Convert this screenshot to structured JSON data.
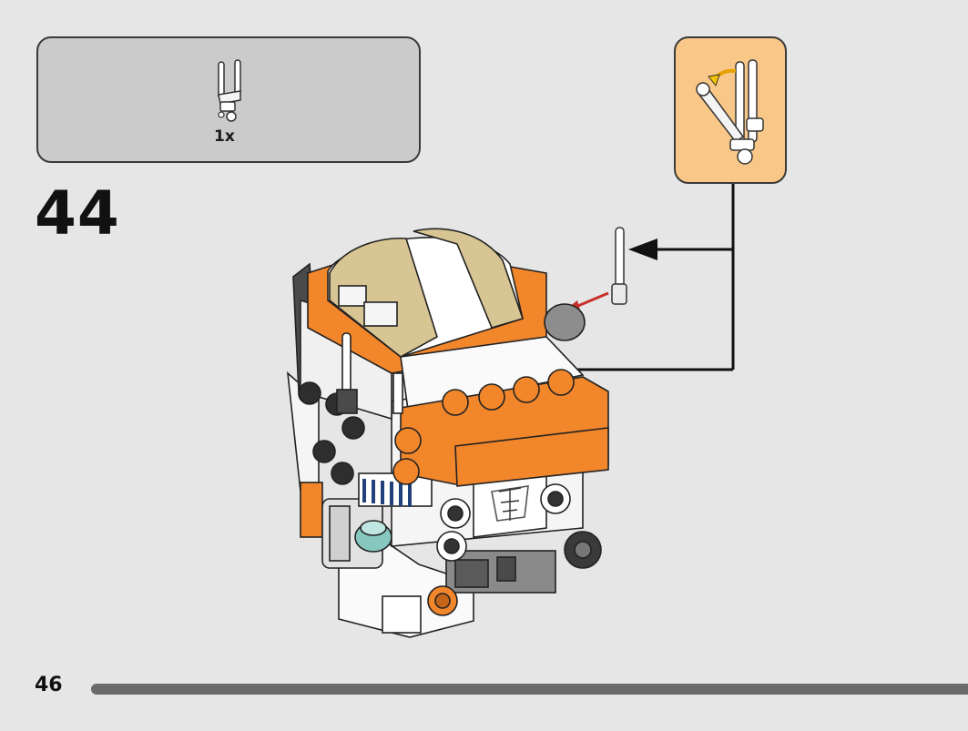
{
  "parts_callout": {
    "part_icon": "antenna-bar-piece-icon",
    "quantity": "1x"
  },
  "step": {
    "number": "44"
  },
  "subassembly_callout": {
    "icon": "rotate-hinge-subassembly-icon",
    "background_color": "#f9c889"
  },
  "footer": {
    "page_number": "46",
    "progress_fraction": 1.0
  },
  "colors": {
    "orange": "#f2862b",
    "tan": "#d8c594",
    "white": "#ffffff",
    "dark_gray": "#4a4a4a",
    "arrow_red": "#c8302c",
    "teal": "#86c7c0",
    "blue_stripe": "#22407a"
  }
}
